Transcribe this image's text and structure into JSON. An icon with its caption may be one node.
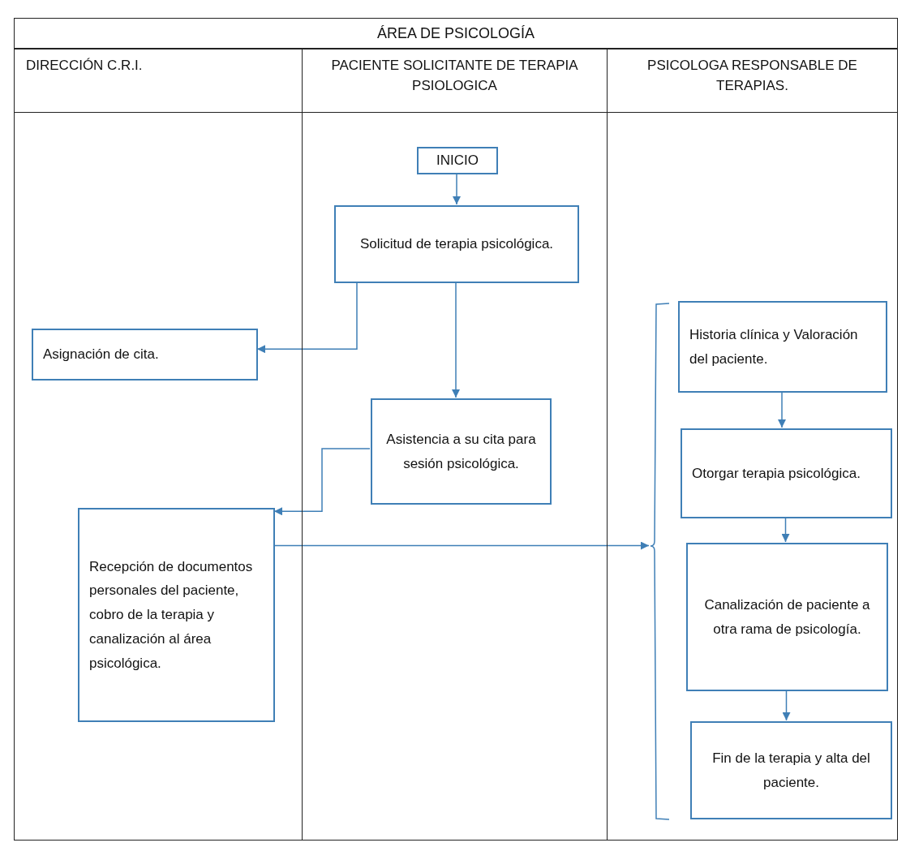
{
  "diagram": {
    "title": "ÁREA DE PSICOLOGÍA",
    "nodes": [
      {
        "text": [
          "DIRECCIÓN C.R.I."
        ]
      },
      {
        "text": [
          "PACIENTE SOLICITANTE DE TERAPIA PSIOLOGICA"
        ]
      },
      {
        "text": [
          "PSICOLOGA RESPONSABLE DE TERAPIAS."
        ]
      },
      {
        "text": [
          "INICIO"
        ],
        "in": 1
      },
      {
        "text": [
          "Solicitud de terapia psicológica."
        ],
        "in": 1
      },
      {
        "text": [
          "Asignación de cita."
        ],
        "in": 0
      },
      {
        "text": [
          "Asistencia a su cita para sesión psicológica."
        ],
        "in": 1
      },
      {
        "text": [
          "Recepción de documentos personales del paciente, cobro de la terapia y canalización al área psicológica."
        ],
        "in": 0
      },
      {
        "text": [
          "Historia clínica y Valoración del paciente."
        ],
        "in": 2
      },
      {
        "text": [
          "Otorgar terapia psicológica."
        ],
        "in": 2
      },
      {
        "text": [
          "Canalización de paciente a otra rama de psicología."
        ],
        "in": 2
      },
      {
        "text": [
          "Fin de la terapia y alta del paciente."
        ],
        "in": 2
      },
      {
        "text": [],
        "shape": "bracket",
        "in": 2
      }
    ],
    "edges": [
      {
        "from": 3,
        "to": 4,
        "arrow": "to"
      },
      {
        "from": 4,
        "to": 5,
        "arrow": "to"
      },
      {
        "from": 4,
        "to": 6,
        "arrow": "to"
      },
      {
        "from": 6,
        "to": 7,
        "arrow": "to"
      },
      {
        "from": 7,
        "to": 12,
        "arrow": "to"
      },
      {
        "from": 8,
        "to": 9,
        "arrow": "to"
      },
      {
        "from": 9,
        "to": 10,
        "arrow": "to"
      },
      {
        "from": 10,
        "to": 11,
        "arrow": "to"
      }
    ]
  }
}
